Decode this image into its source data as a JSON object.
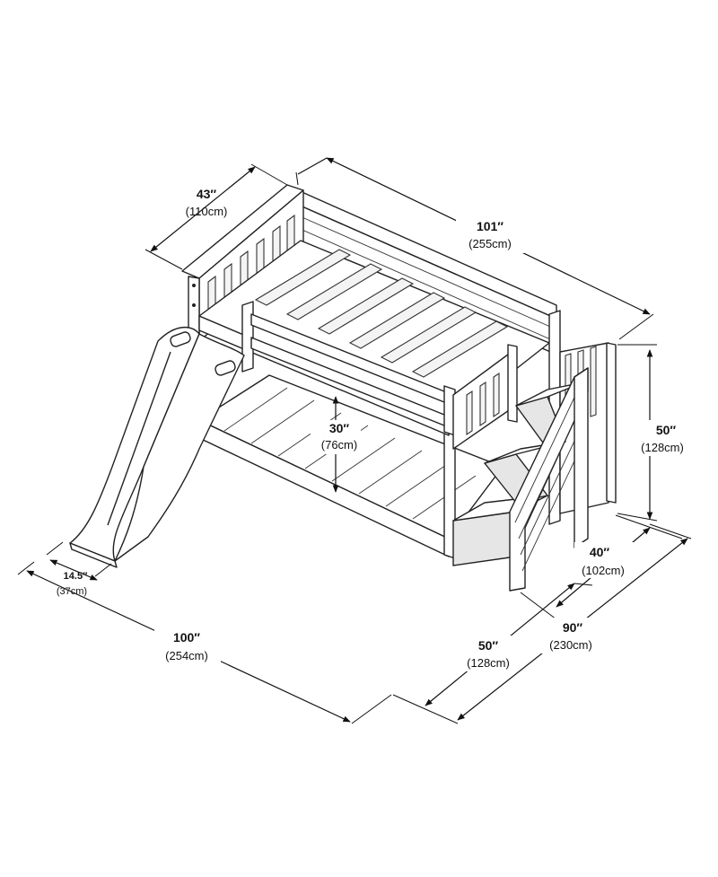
{
  "dimensions": {
    "headboard_width": {
      "in": "43″",
      "cm": "(110cm)"
    },
    "overall_length": {
      "in": "101″",
      "cm": "(255cm)"
    },
    "overall_height": {
      "in": "50″",
      "cm": "(128cm)"
    },
    "bunk_clearance": {
      "in": "30″",
      "cm": "(76cm)"
    },
    "stair_depth": {
      "in": "40″",
      "cm": "(102cm)"
    },
    "total_width": {
      "in": "90″",
      "cm": "(230cm)"
    },
    "bed_width": {
      "in": "50″",
      "cm": "(128cm)"
    },
    "slide_length": {
      "in": "100″",
      "cm": "(254cm)"
    },
    "slide_width": {
      "in": "14.5″",
      "cm": "(37cm)"
    }
  }
}
